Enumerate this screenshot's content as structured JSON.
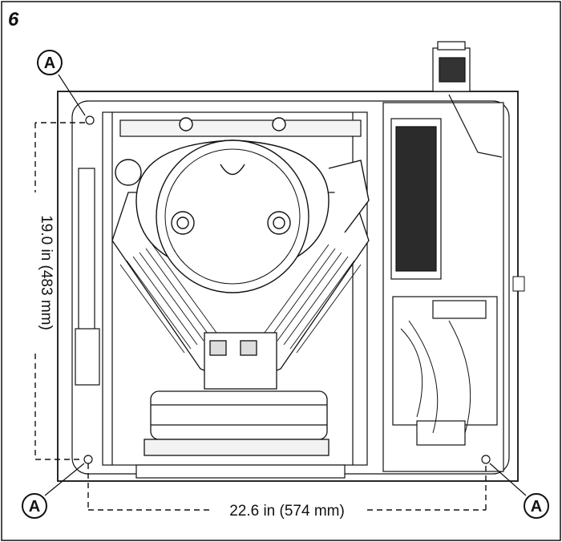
{
  "figure": {
    "number": "6",
    "callout_letter": "A",
    "dimension_height": "19.0 in (483 mm)",
    "dimension_width": "22.6 in (574 mm)"
  },
  "colors": {
    "stroke": "#111111",
    "fill": "#ffffff",
    "shade": "#d9d9d9"
  },
  "icons": [
    "mounting-hole-icon",
    "engine-illustration",
    "air-cleaner-icon",
    "control-box-icon"
  ]
}
